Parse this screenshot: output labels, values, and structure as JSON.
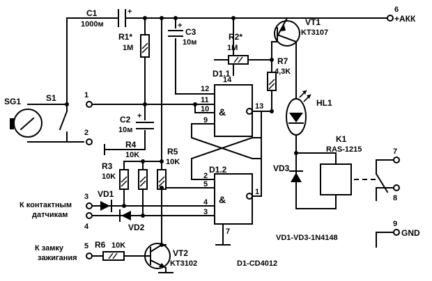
{
  "battery": {
    "pin": "6",
    "label": "+АКК"
  },
  "gnd": {
    "pin": "9",
    "label": "GND"
  },
  "c1": {
    "ref": "C1",
    "value": "1000м"
  },
  "c2": {
    "ref": "C2",
    "value": "10м"
  },
  "c3": {
    "ref": "C3",
    "value": "10м"
  },
  "r1": {
    "ref": "R1*",
    "value": "1M"
  },
  "r2": {
    "ref": "R2*",
    "value": "1M"
  },
  "r3": {
    "ref": "R3",
    "value": "10K"
  },
  "r4": {
    "ref": "R4",
    "value": "10K"
  },
  "r5": {
    "ref": "R5",
    "value": "10K"
  },
  "r6": {
    "ref": "R6",
    "value": "10K"
  },
  "r7": {
    "ref": "R7",
    "value": "4,3K"
  },
  "vt1": {
    "ref": "VT1",
    "type": "KT3107"
  },
  "vt2": {
    "ref": "VT2",
    "type": "KT3102"
  },
  "hl1": {
    "ref": "HL1"
  },
  "k1": {
    "ref": "K1",
    "type": "RAS-1215"
  },
  "sg1": {
    "ref": "SG1"
  },
  "s1": {
    "ref": "S1"
  },
  "vd1": {
    "ref": "VD1"
  },
  "vd2": {
    "ref": "VD2"
  },
  "vd3": {
    "ref": "VD3"
  },
  "d11": {
    "ref": "D1.1",
    "pins": {
      "p12": "12",
      "p14": "14",
      "p11": "11",
      "p10": "10",
      "p9": "9",
      "p13": "13"
    }
  },
  "d12": {
    "ref": "D1.2",
    "pins": {
      "p2": "2",
      "p5": "5",
      "p4": "4",
      "p3": "3",
      "p1": "1",
      "p7": "7"
    }
  },
  "gate_symbol": "&",
  "terminals": {
    "t1": "1",
    "t2": "2",
    "t3": "3",
    "t4": "4",
    "t5": "5",
    "t7": "7",
    "t8": "8"
  },
  "notes": {
    "contact_sensors": [
      "К контактным",
      "датчикам"
    ],
    "ignition_lock": [
      "К замку",
      "зажигания"
    ],
    "diodes": "VD1-VD3-1N4148",
    "ic": "D1-CD4012"
  }
}
